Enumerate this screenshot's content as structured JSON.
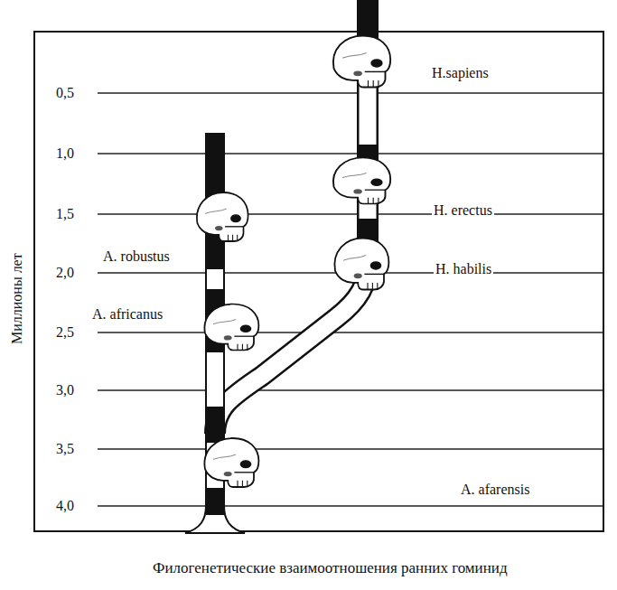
{
  "diagram": {
    "caption": "Филогенетические взаимоотношения ранних гоминид",
    "labels": [
      "Миллионы лет",
      "0,5",
      "1,0",
      "1,5",
      "2,0",
      "2,5",
      "3,0",
      "3,5",
      "4,0",
      "H.sapiens",
      "H. erectus",
      "H. habilis",
      "A. robustus",
      "A. africanus",
      "A. afarensis"
    ]
  }
}
